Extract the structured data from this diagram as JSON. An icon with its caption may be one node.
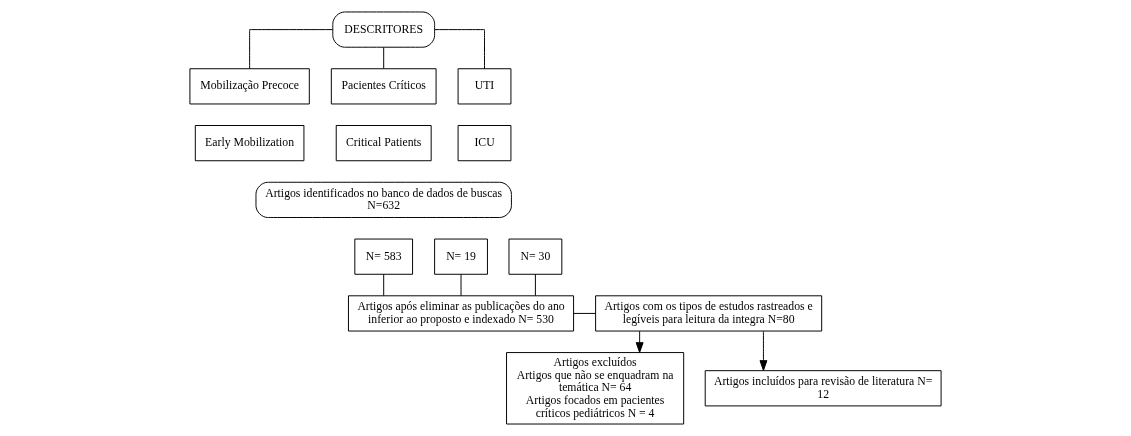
{
  "diagram": {
    "nodes": [
      {
        "text": [
          "DESCRITORES"
        ]
      },
      {
        "text": [
          "Mobilização Precoce"
        ]
      },
      {
        "text": [
          "Pacientes Críticos"
        ]
      },
      {
        "text": [
          "UTI"
        ]
      },
      {
        "text": [
          "Early Mobilization"
        ]
      },
      {
        "text": [
          "Critical Patients"
        ]
      },
      {
        "text": [
          "ICU"
        ]
      },
      {
        "text": [
          "Artigos identificados no banco de dados de buscas N=632"
        ]
      },
      {
        "text": [
          "N= 19"
        ]
      },
      {
        "text": [
          "N= 583"
        ]
      },
      {
        "text": [
          "N= 30"
        ]
      },
      {
        "text": [
          "Artigos após eliminar as publicações do ano inferior ao proposto e indexado N= 530"
        ]
      },
      {
        "text": [
          "Artigos com os tipos de estudos rastreados e legíveis para leitura da integra N=80"
        ]
      },
      {
        "text": [
          "Artigos excluídos",
          "Artigos que não se enquadram na temática N= 64",
          "Artigos focados em pacientes críticos pediátricos N = 4"
        ]
      },
      {
        "text": [
          "Artigos incluídos para revisão de literatura N= 12"
        ]
      }
    ],
    "edges": [
      {
        "from": 0,
        "to": 1,
        "arrow": "none"
      },
      {
        "from": 0,
        "to": 2,
        "arrow": "none"
      },
      {
        "from": 0,
        "to": 3,
        "arrow": "none"
      },
      {
        "from": 8,
        "to": 11,
        "arrow": "none"
      },
      {
        "from": 9,
        "to": 11,
        "arrow": "none"
      },
      {
        "from": 10,
        "to": 11,
        "arrow": "none"
      },
      {
        "from": 11,
        "to": 12,
        "arrow": "none"
      },
      {
        "from": 12,
        "to": 13,
        "arrow": "to"
      },
      {
        "from": 12,
        "to": 14,
        "arrow": "to"
      }
    ]
  }
}
